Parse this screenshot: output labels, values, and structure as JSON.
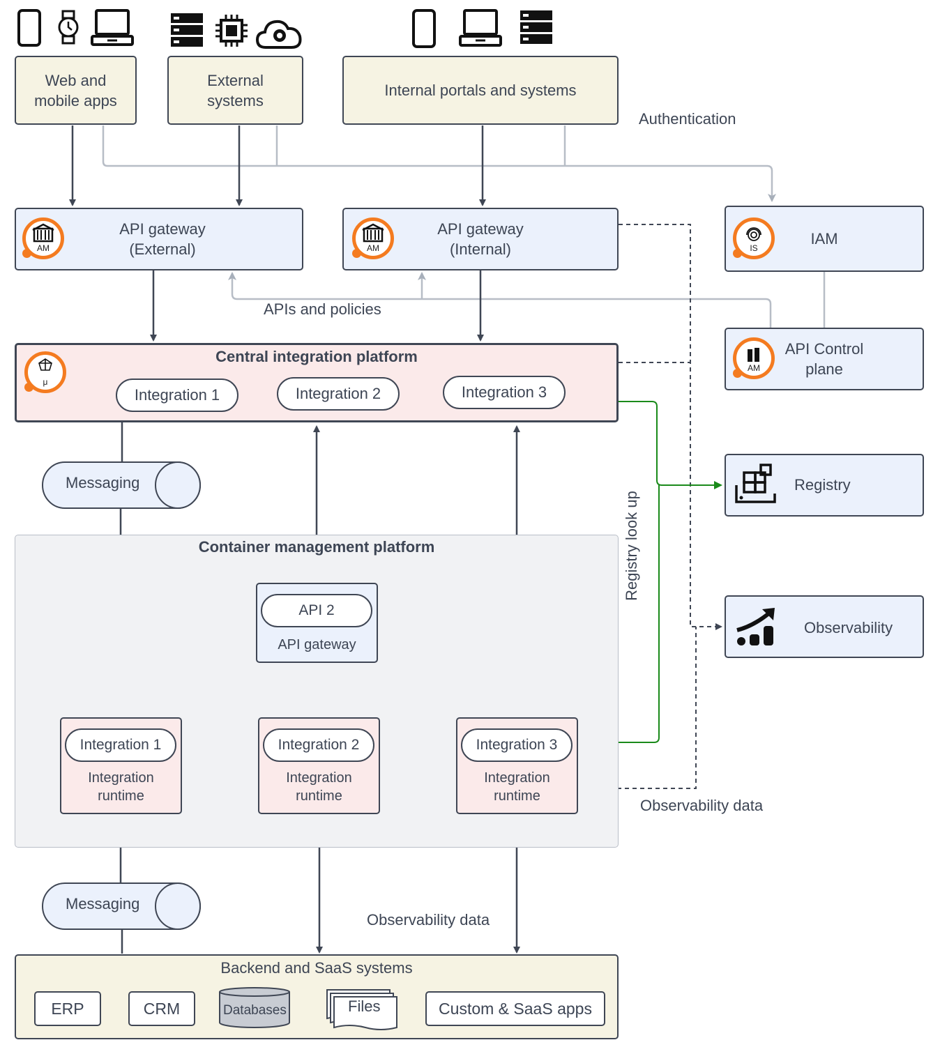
{
  "sources": {
    "web_mobile": "Web and\nmobile apps",
    "external": "External\nsystems",
    "internal": "Internal portals and systems"
  },
  "labels": {
    "authentication": "Authentication",
    "apis_policies": "APIs and policies",
    "registry_lookup": "Registry look up",
    "observability_data_right": "Observability data",
    "observability_data_bottom": "Observability data"
  },
  "gateways": {
    "external": "API gateway\n(External)",
    "internal": "API gateway\n(Internal)",
    "badge": "AM"
  },
  "iam": {
    "title": "IAM",
    "badge": "IS"
  },
  "control_plane": {
    "title": "API Control\nplane",
    "badge": "AM"
  },
  "registry": {
    "title": "Registry"
  },
  "observability": {
    "title": "Observability"
  },
  "central": {
    "title": "Central integration platform",
    "badge": "μ",
    "integrations": [
      "Integration 1",
      "Integration 2",
      "Integration 3"
    ]
  },
  "messaging": {
    "top": "Messaging",
    "bottom": "Messaging"
  },
  "container": {
    "title": "Container management platform",
    "api_pill": "API 2",
    "api_gateway": "API gateway",
    "runtimes": [
      {
        "pill": "Integration 1",
        "label": "Integration\nruntime"
      },
      {
        "pill": "Integration 2",
        "label": "Integration\nruntime"
      },
      {
        "pill": "Integration 3",
        "label": "Integration\nruntime"
      }
    ]
  },
  "backend": {
    "title": "Backend and SaaS systems",
    "items": [
      "ERP",
      "CRM",
      "Databases",
      "Files",
      "Custom & SaaS apps"
    ]
  },
  "colors": {
    "beige": "#f6f3e3",
    "blue": "#ebf1fc",
    "pink": "#fbeaea",
    "orange": "#f47b20",
    "green": "#1a8a1a"
  },
  "icons": [
    "phone-icon",
    "watch-icon",
    "laptop-icon",
    "server-icon",
    "chip-icon",
    "cloud-gear-icon",
    "registry-icon",
    "observability-chart-icon",
    "gateway-icon",
    "fingerprint-icon",
    "microservices-icon"
  ]
}
